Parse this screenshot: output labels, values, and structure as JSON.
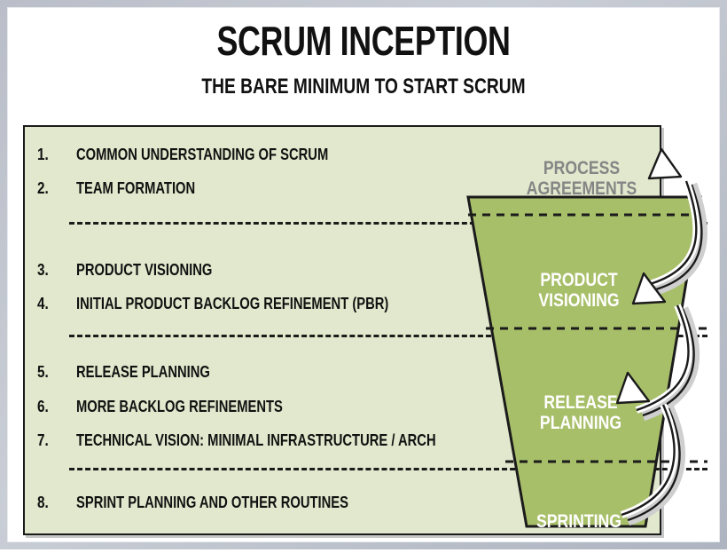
{
  "document": {
    "title": "SCRUM INCEPTION",
    "subtitle": "THE BARE MINIMUM TO START SCRUM"
  },
  "checklist": {
    "items": [
      {
        "number": "1.",
        "text": "COMMON UNDERSTANDING OF SCRUM"
      },
      {
        "number": "2.",
        "text": "TEAM FORMATION"
      },
      {
        "number": "3.",
        "text": "PRODUCT VISIONING"
      },
      {
        "number": "4.",
        "text": "INITIAL PRODUCT BACKLOG REFINEMENT (PBR)"
      },
      {
        "number": "5.",
        "text": "RELEASE PLANNING"
      },
      {
        "number": "6.",
        "text": "MORE BACKLOG REFINEMENTS"
      },
      {
        "number": "7.",
        "text": "TECHNICAL VISION: MINIMAL INFRASTRUCTURE / ARCH"
      },
      {
        "number": "8.",
        "text": "SPRINT PLANNING AND OTHER ROUTINES"
      }
    ]
  },
  "funnel": {
    "stages": [
      {
        "id": "process-agreements",
        "label": "PROCESS\nAGREEMENTS",
        "style": "gray",
        "covers_items": [
          "1.",
          "2."
        ]
      },
      {
        "id": "product-visioning",
        "label": "PRODUCT\nVISIONING",
        "style": "white",
        "covers_items": [
          "3.",
          "4."
        ]
      },
      {
        "id": "release-planning",
        "label": "RELEASE\nPLANNING",
        "style": "white",
        "covers_items": [
          "5.",
          "6.",
          "7."
        ]
      },
      {
        "id": "sprinting",
        "label": "SPRINTING",
        "style": "white",
        "covers_items": [
          "8."
        ]
      }
    ],
    "arrow_count": 3
  },
  "colors": {
    "panel_background": "#e2e8cd",
    "funnel_fill": "#a8bf6a",
    "outline": "#1b1b1b",
    "gray_label": "#858585",
    "white_label": "#ffffff",
    "frame": "#b9bec8",
    "arrow_fill": "#ffffff",
    "arrow_shadow": "#cfcfcf"
  }
}
